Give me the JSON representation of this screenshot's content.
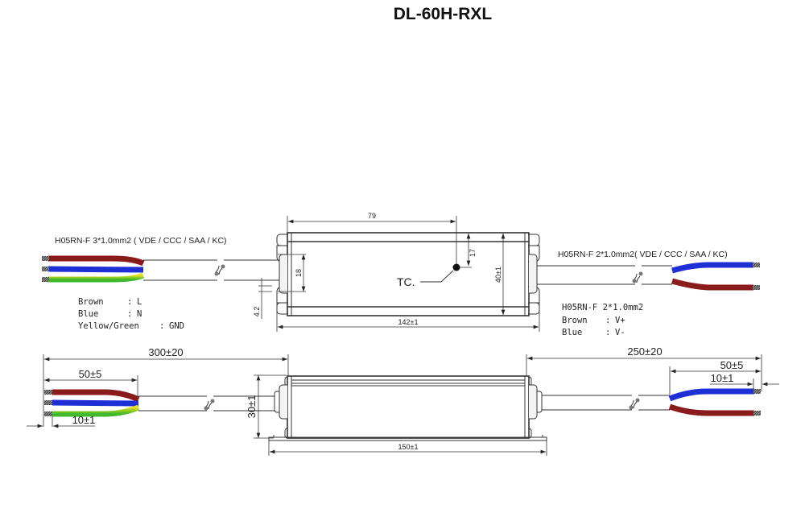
{
  "title": "DL-60H-RXL",
  "top_view": {
    "input_cable_spec": "H05RN-F 3*1.0mm2 ( VDE / CCC / SAA / KC)",
    "output_cable_spec": "H05RN-F 2*1.0mm2( VDE / CCC / SAA / KC)",
    "tc_label": "TC.",
    "dimensions": {
      "tc_offset": "79",
      "tc_from_top": "17",
      "height": "40±1",
      "mount_slot": "18",
      "slot_width": "4.2",
      "length": "142±1"
    },
    "input_wires": [
      {
        "color_name": "Brown",
        "sep": ":",
        "function": "L"
      },
      {
        "color_name": "Blue",
        "sep": ":",
        "function": "N"
      },
      {
        "color_name": "Yellow/Green",
        "sep": ":",
        "function": "GND"
      }
    ],
    "output_legend": {
      "heading": "H05RN-F 2*1.0mm2",
      "wires": [
        {
          "color_name": "Brown",
          "sep": ":",
          "function": "V+"
        },
        {
          "color_name": "Blue",
          "sep": ":",
          "function": "V-"
        }
      ]
    }
  },
  "side_view": {
    "dimensions": {
      "input_cable_length": "300±20",
      "input_strip_length": "50±5",
      "input_tip_length": "10±1",
      "height": "30±1",
      "length": "150±1",
      "output_cable_length": "250±20",
      "output_strip_length": "50±5",
      "output_tip_length": "10±1"
    }
  },
  "colors": {
    "brown": "#8b1a1a",
    "blue": "#1f2fd6",
    "yellow_green": "#6fcf1f",
    "line": "#333333"
  }
}
